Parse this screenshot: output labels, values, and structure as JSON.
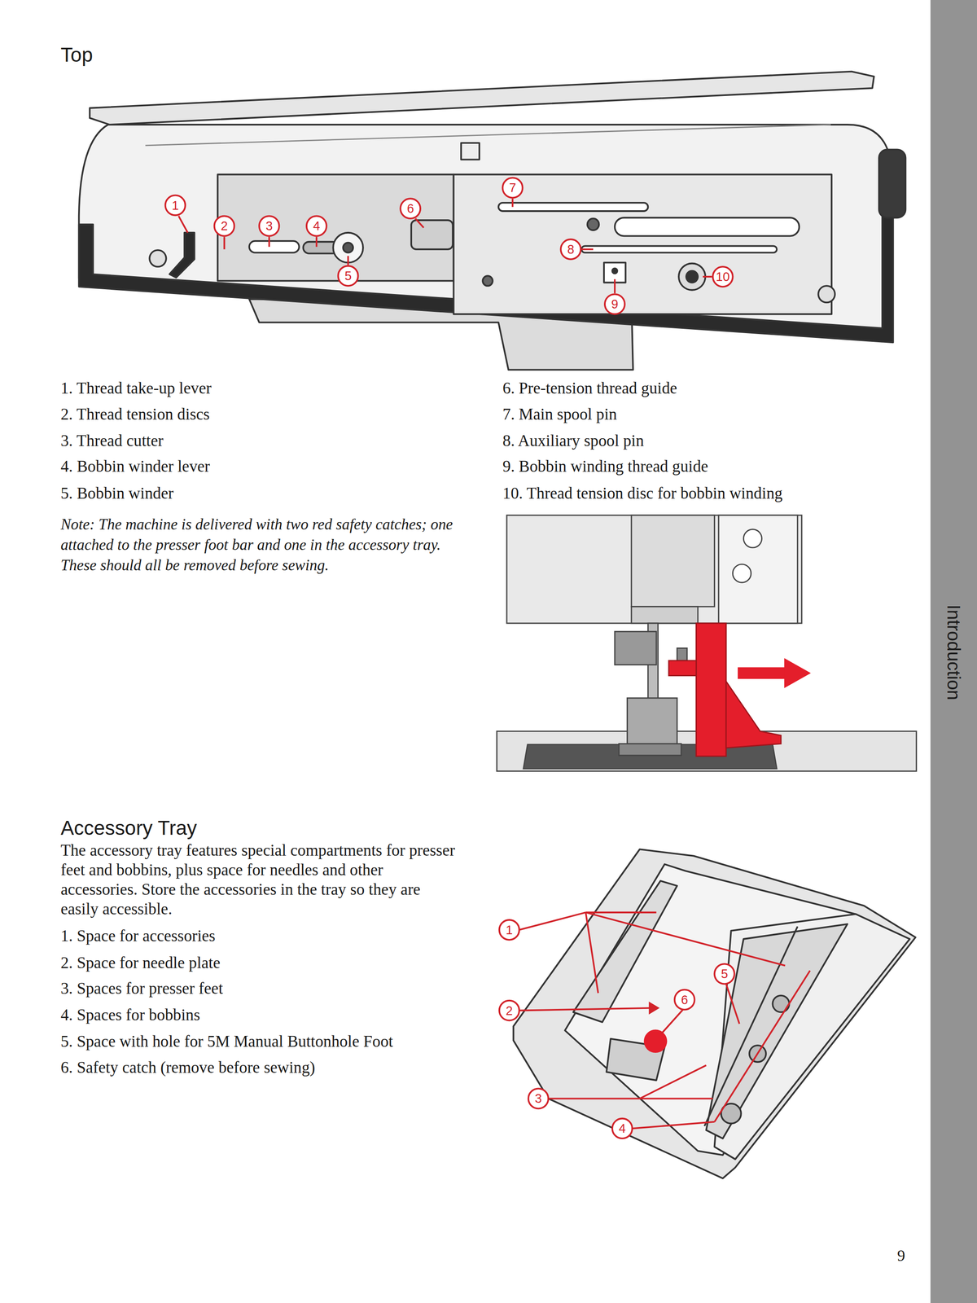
{
  "diagram": {
    "title": "Top",
    "labels": [
      "1",
      "2",
      "3",
      "4",
      "5",
      "6",
      "7",
      "8",
      "9",
      "10",
      "1. Thread take-up lever",
      "2. Thread tension discs",
      "3. Thread cutter",
      "4. Bobbin winder lever",
      "5. Bobbin winder",
      "6. Pre-tension thread guide",
      "7. Main spool pin",
      "8. Auxiliary spool pin",
      "9. Bobbin winding thread guide",
      "10. Thread tension disc for bobbin winding",
      "Note: The machine is delivered with two red safety catches; one attached to the presser foot bar and one in the accessory tray. These should all be removed before sewing.",
      "Introduction",
      "Accessory Tray",
      "The accessory tray features special compartments for presser feet and bobbins, plus space for needles and other accessories. Store the accessories in the tray so they are easily accessible.",
      "1. Space for accessories",
      "2. Space for needle plate",
      "3. Spaces for presser feet",
      "4. Spaces for bobbins",
      "5. Space with hole for 5M Manual Buttonhole Foot",
      "6. Safety catch (remove before sewing)",
      "1",
      "2",
      "3",
      "4",
      "5",
      "6",
      "9"
    ]
  }
}
